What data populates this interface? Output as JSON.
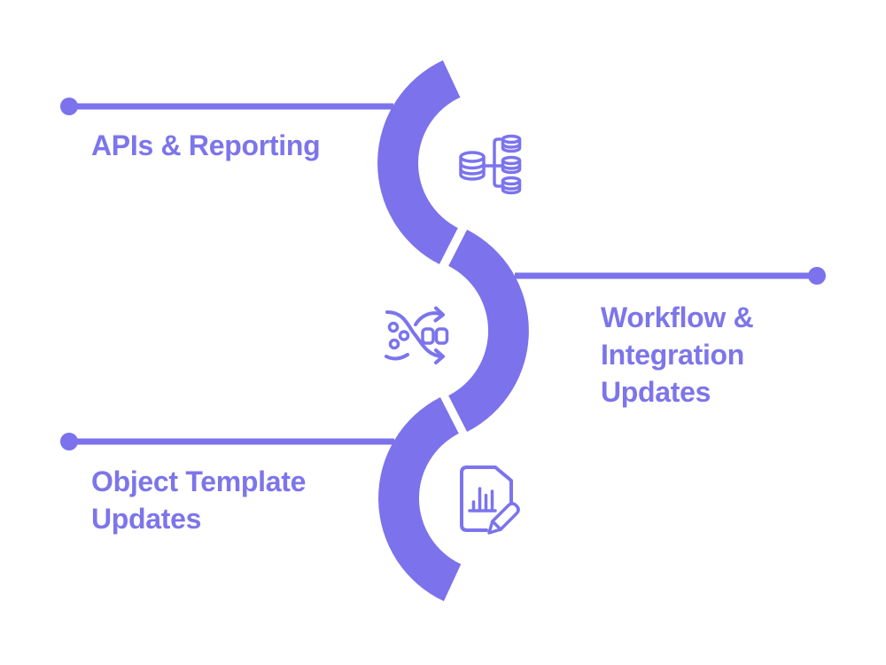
{
  "diagram": {
    "type": "serpentine-timeline-infographic",
    "background_color": "#ffffff",
    "accent_color": "#7b72ec",
    "icon_stroke_color": "#7b74ee",
    "node_fill_color": "#ffffff",
    "nodes": [
      {
        "id": "apis-reporting",
        "icon": "database-distribution-icon",
        "label_lines": [
          "APIs & Reporting"
        ],
        "connector_side": "left"
      },
      {
        "id": "workflow-integration-updates",
        "icon": "data-transformation-icon",
        "label_lines": [
          "Workflow &",
          "Integration",
          "Updates"
        ],
        "connector_side": "right"
      },
      {
        "id": "object-template-updates",
        "icon": "document-edit-icon",
        "label_lines": [
          "Object Template",
          "Updates"
        ],
        "connector_side": "left"
      }
    ]
  }
}
